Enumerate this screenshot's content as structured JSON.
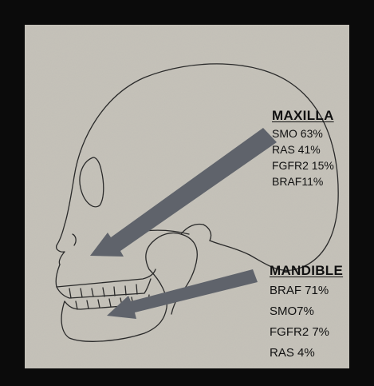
{
  "maxilla": {
    "heading": "MAXILLA",
    "items": [
      "SMO 63%",
      "RAS 41%",
      "FGFR2 15%",
      "BRAF11%"
    ]
  },
  "mandible": {
    "heading": "MANDIBLE",
    "items": [
      "BRAF 71%",
      "SMO7%",
      "FGFR2 7%",
      "RAS 4%"
    ]
  },
  "colors": {
    "frame": "#0b0b0b",
    "paper": "#c4c1b8",
    "arrow": "#5f636b",
    "sketch": "#2a2a2a"
  }
}
